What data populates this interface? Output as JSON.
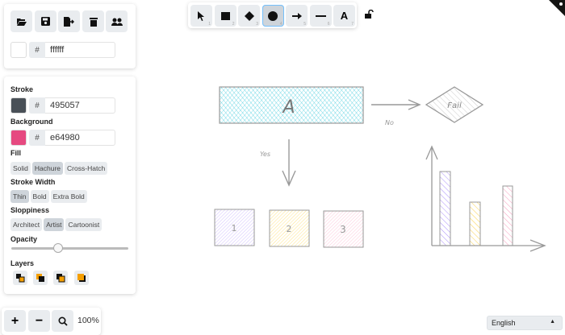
{
  "file_toolbar": {
    "buttons": [
      {
        "name": "load",
        "icon": "folder-open-icon"
      },
      {
        "name": "save",
        "icon": "save-icon"
      },
      {
        "name": "export",
        "icon": "export-icon"
      },
      {
        "name": "clear",
        "icon": "trash-icon"
      },
      {
        "name": "collaborate",
        "icon": "users-icon"
      }
    ],
    "canvas_background": {
      "hash": "#",
      "value": "ffffff",
      "color": "#ffffff"
    }
  },
  "shape_toolbar": {
    "tools": [
      {
        "name": "selection",
        "shortcut": "1"
      },
      {
        "name": "rectangle",
        "shortcut": "2"
      },
      {
        "name": "diamond",
        "shortcut": "3"
      },
      {
        "name": "ellipse",
        "shortcut": "4",
        "selected": true
      },
      {
        "name": "arrow",
        "shortcut": "5"
      },
      {
        "name": "line",
        "shortcut": "6"
      },
      {
        "name": "text",
        "shortcut": "7",
        "glyph": "A"
      }
    ],
    "lock_icon": "unlock-icon"
  },
  "properties": {
    "stroke": {
      "label": "Stroke",
      "hash": "#",
      "value": "495057",
      "color": "#495057"
    },
    "background": {
      "label": "Background",
      "hash": "#",
      "value": "e64980",
      "color": "#e64980"
    },
    "fill": {
      "label": "Fill",
      "options": [
        "Solid",
        "Hachure",
        "Cross-Hatch"
      ],
      "selected": "Hachure"
    },
    "stroke_width": {
      "label": "Stroke Width",
      "options": [
        "Thin",
        "Bold",
        "Extra Bold"
      ],
      "selected": "Thin"
    },
    "sloppiness": {
      "label": "Sloppiness",
      "options": [
        "Architect",
        "Artist",
        "Cartoonist"
      ],
      "selected": "Artist"
    },
    "opacity": {
      "label": "Opacity",
      "value": 40
    },
    "layers": {
      "label": "Layers",
      "buttons": [
        "send-to-back",
        "send-backward",
        "bring-forward",
        "bring-to-front"
      ]
    }
  },
  "zoom": {
    "in": "+",
    "out": "−",
    "value": "100%"
  },
  "language": {
    "selected": "English"
  },
  "canvas": {
    "box_a": "A",
    "fail": "Fail",
    "no": "No",
    "yes": "Yes",
    "boxes": [
      "1",
      "2",
      "3"
    ],
    "colors": {
      "a": "#3bc9db",
      "box1": "#7950f2",
      "box2": "#fab005",
      "box3": "#f06595"
    }
  }
}
